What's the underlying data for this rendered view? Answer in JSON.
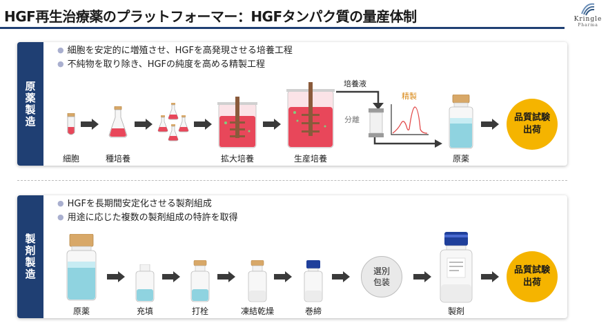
{
  "header": {
    "title": "HGF再生治療薬のプラットフォーマー：HGFタンパク質の量産体制",
    "logo_name": "Kringle",
    "logo_sub": "Pharma"
  },
  "section_api": {
    "label": "原薬製造",
    "bullets": [
      "細胞を安定的に増殖させ、HGFを高発現させる培養工程",
      "不純物を取り除き、HGFの純度を高める精製工程"
    ],
    "steps": [
      "細胞",
      "種培養",
      "拡大培養",
      "生産培養",
      "原薬"
    ],
    "culture_label": "培養液",
    "separation_label": "分離",
    "purification_label": "精製",
    "badge_line1": "品質試験",
    "badge_line2": "出荷"
  },
  "section_formulation": {
    "label": "製剤製造",
    "bullets": [
      "HGFを長期間安定化させる製剤組成",
      "用途に応じた複数の製剤組成の特許を取得"
    ],
    "steps": [
      "原薬",
      "充填",
      "打栓",
      "凍結乾燥",
      "巻締",
      "製剤"
    ],
    "pack_line1": "選別",
    "pack_line2": "包装",
    "badge_line1": "品質試験",
    "badge_line2": "出荷"
  },
  "colors": {
    "navy": "#1f3f73",
    "badge": "#f5b400",
    "culture_red": "#e8475a",
    "vial_blue": "#8fd3e0"
  }
}
